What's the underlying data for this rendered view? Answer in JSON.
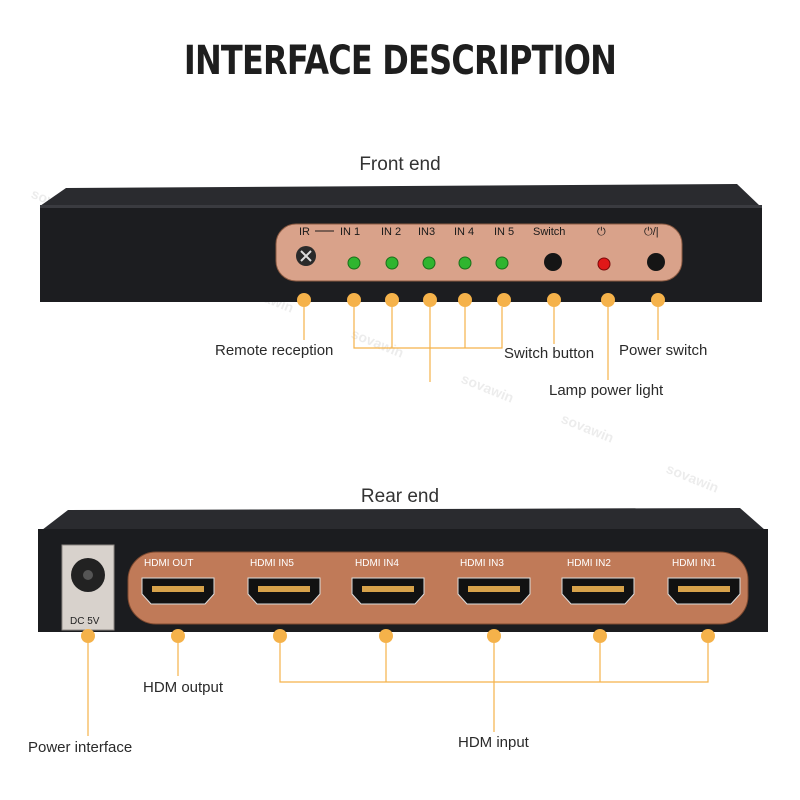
{
  "title": "INTERFACE DESCRIPTION",
  "watermark": "sovawin",
  "front": {
    "label": "Front end",
    "panel": {
      "ir": "IR",
      "inputs": [
        "IN 1",
        "IN 2",
        "IN3",
        "IN 4",
        "IN 5"
      ],
      "switch": "Switch",
      "power_symbol": "⏻",
      "power_toggle_symbol": "⏻/|"
    },
    "callouts": {
      "remote_reception": "Remote reception",
      "switch_button": "Switch button",
      "power_switch": "Power switch",
      "lamp_power_light": "Lamp power light"
    },
    "colors": {
      "led_green": "#2fb52f",
      "led_red": "#e01818",
      "panel": "#d9a28a"
    }
  },
  "rear": {
    "label": "Rear end",
    "dc_label": "DC 5V",
    "ports": [
      "HDMI OUT",
      "HDMI IN5",
      "HDMI IN4",
      "HDMI IN3",
      "HDMI IN2",
      "HDMI IN1"
    ],
    "callouts": {
      "hdm_output": "HDM output",
      "power_interface": "Power interface",
      "hdm_input": "HDM input"
    },
    "colors": {
      "panel": "#c07a58",
      "accent": "#f5b24a"
    }
  }
}
